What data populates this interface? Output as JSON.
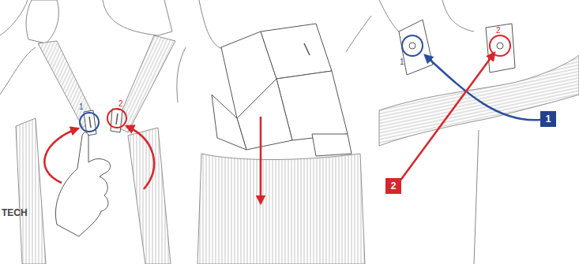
{
  "diagram": {
    "nodes": [
      {
        "text": [
          "1"
        ]
      },
      {
        "text": [
          "2"
        ]
      }
    ],
    "labels": [
      "1",
      "2",
      "TECH",
      "1",
      "2"
    ]
  }
}
